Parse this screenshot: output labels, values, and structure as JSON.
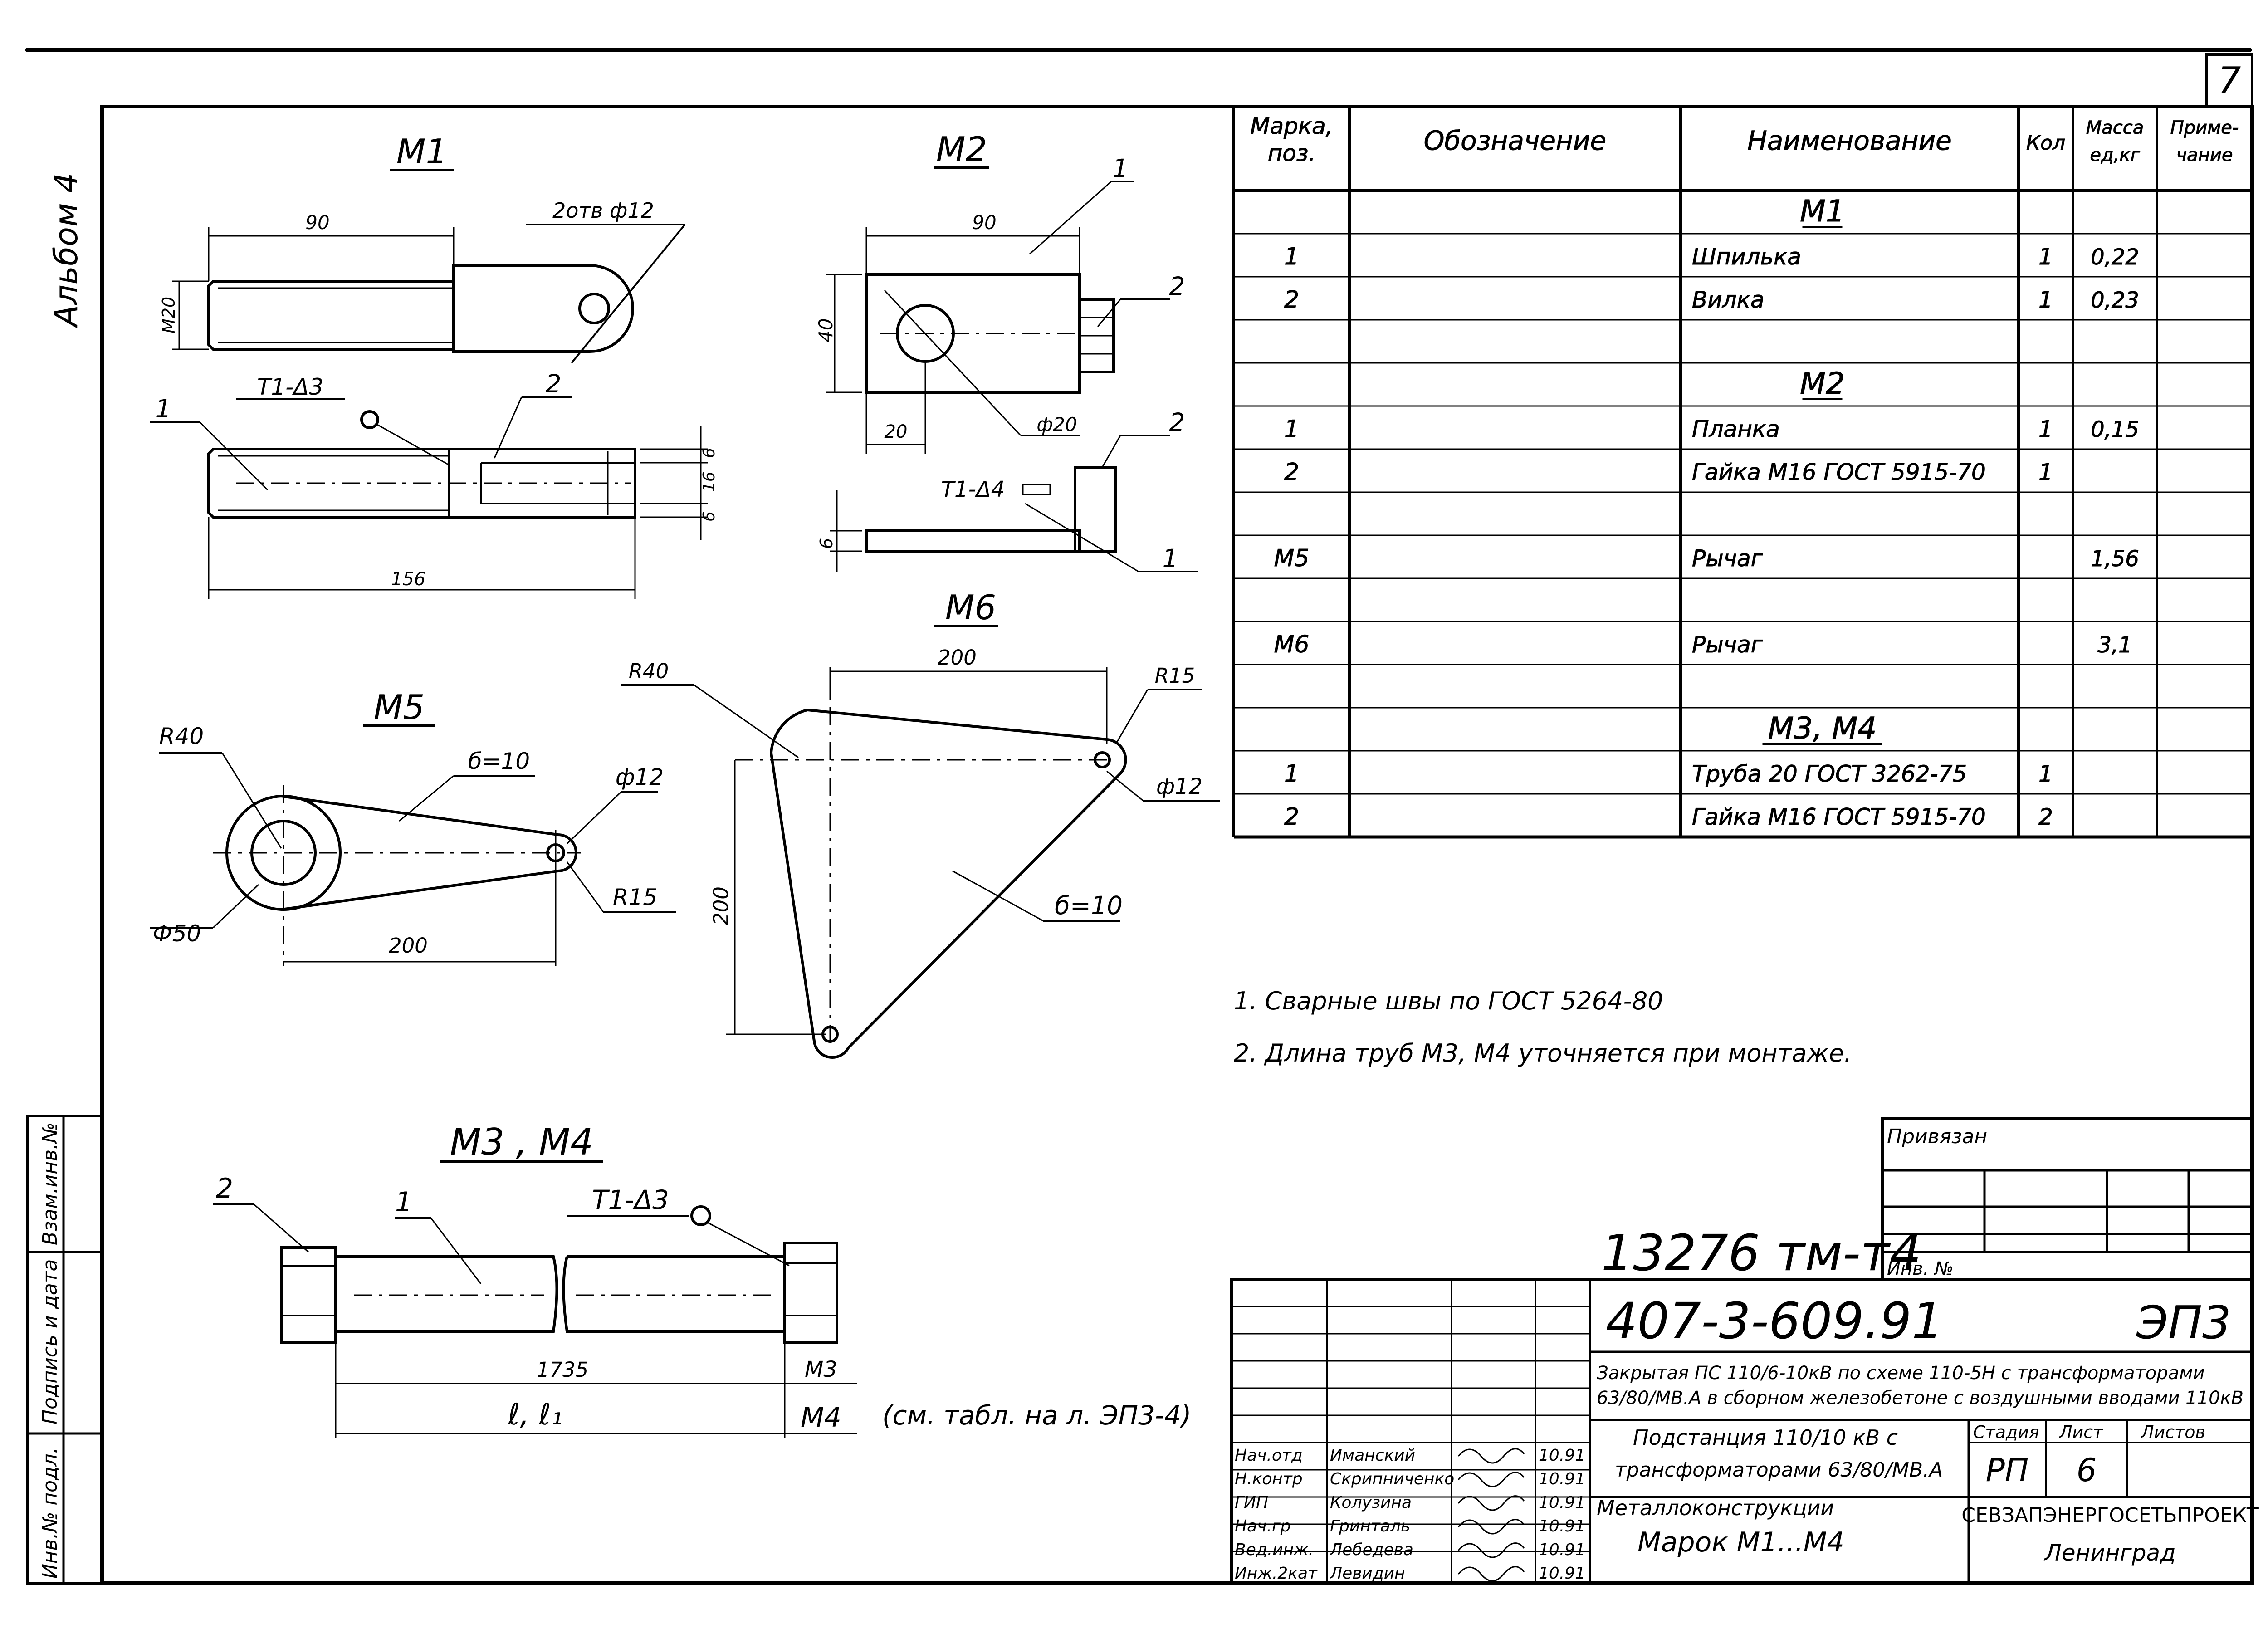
{
  "sheet": {
    "page_number": "7",
    "album": "Альбом 4",
    "handwritten_number": "13276 тм-т4",
    "side_stamp": [
      "Инв.№ подл.",
      "Подпись и дата",
      "Взам.инв.№"
    ]
  },
  "drawings": {
    "m1": {
      "title": "М1",
      "dim_90": "90",
      "holes": "2отв ф12",
      "m20": "М20",
      "weld": "Т1-Δ3",
      "pos1": "1",
      "pos2": "2",
      "dim_6a": "6",
      "dim_16": "16",
      "dim_6b": "6",
      "dim_156": "156"
    },
    "m2": {
      "title": "М2",
      "dim_90": "90",
      "dim_40": "40",
      "dim_20": "20",
      "phi20": "ф20",
      "pos1": "1",
      "pos2": "2",
      "dim_6": "6",
      "weld": "Т1-Δ4",
      "pos2b": "2",
      "pos1b": "1"
    },
    "m5": {
      "title": "М5",
      "r40": "R40",
      "thick": "б=10",
      "phi12": "ф12",
      "phi50": "Ф50",
      "dim_200": "200",
      "r15": "R15"
    },
    "m6": {
      "title": "М6",
      "dim_200_top": "200",
      "r40": "R40",
      "r15": "R15",
      "phi12": "ф12",
      "dim_200_left": "200",
      "thick": "б=10"
    },
    "m34": {
      "title": "М3 , М4",
      "pos2": "2",
      "pos1": "1",
      "weld": "Т1-Δ3",
      "dim_1735": "1735",
      "m3": "М3",
      "dim_l": "ℓ, ℓ₁",
      "m4": "М4",
      "ref": "(см. табл. на л. ЭП3-4)"
    }
  },
  "spec_table": {
    "headers": [
      "Марка, поз.",
      "Обозначение",
      "Наименование",
      "Кол",
      "Масса ед,кг",
      "Приме-чание"
    ],
    "rows": [
      {
        "pos": "",
        "name": "М1",
        "qty": "",
        "mass": "",
        "group": true
      },
      {
        "pos": "1",
        "name": "Шпилька",
        "qty": "1",
        "mass": "0,22"
      },
      {
        "pos": "2",
        "name": "Вилка",
        "qty": "1",
        "mass": "0,23"
      },
      {
        "pos": "",
        "name": "",
        "qty": "",
        "mass": ""
      },
      {
        "pos": "",
        "name": "М2",
        "qty": "",
        "mass": "",
        "group": true
      },
      {
        "pos": "1",
        "name": "Планка",
        "qty": "1",
        "mass": "0,15"
      },
      {
        "pos": "2",
        "name": "Гайка М16 ГОСТ 5915-70",
        "qty": "1",
        "mass": ""
      },
      {
        "pos": "",
        "name": "",
        "qty": "",
        "mass": ""
      },
      {
        "pos": "М5",
        "name": "Рычаг",
        "qty": "",
        "mass": "1,56"
      },
      {
        "pos": "",
        "name": "",
        "qty": "",
        "mass": ""
      },
      {
        "pos": "М6",
        "name": "Рычаг",
        "qty": "",
        "mass": "3,1"
      },
      {
        "pos": "",
        "name": "",
        "qty": "",
        "mass": ""
      },
      {
        "pos": "",
        "name": "М3, М4",
        "qty": "",
        "mass": "",
        "group": true
      },
      {
        "pos": "1",
        "name": "Труба 20 ГОСТ 3262-75",
        "qty": "1",
        "mass": ""
      },
      {
        "pos": "2",
        "name": "Гайка М16 ГОСТ 5915-70",
        "qty": "2",
        "mass": ""
      }
    ]
  },
  "notes": [
    "1. Сварные швы по ГОСТ 5264-80",
    "2. Длина труб М3, М4 уточняется при монтаже."
  ],
  "title_block": {
    "privyazan": "Привязан",
    "inv_no": "Инв. №",
    "doc_code": "407-3-609.91",
    "section": "ЭП3",
    "project_line1": "Закрытая ПС 110/6-10кВ по схеме 110-5Н с трансформаторами",
    "project_line2": "63/80/МВ.А в сборном железобетоне с воздушными вводами 110кВ",
    "object_line1": "Подстанция 110/10 кВ с",
    "object_line2": "трансформаторами 63/80/МВ.А",
    "drawing_title1": "Металлоконструкции",
    "drawing_title2": "Марок М1...М4",
    "stage_label": "Стадия",
    "sheet_label": "Лист",
    "sheets_label": "Листов",
    "stage": "РП",
    "sheet": "6",
    "sheets": "",
    "org": "СЕВЗАПЭНЕРГОСЕТЬПРОЕКТ",
    "city": "Ленинград",
    "signers": [
      {
        "role": "Нач.отд",
        "name": "Иманский",
        "date": "10.91"
      },
      {
        "role": "Н.контр",
        "name": "Скрипниченко",
        "date": "10.91"
      },
      {
        "role": "ГИП",
        "name": "Колузина",
        "date": "10.91"
      },
      {
        "role": "Нач.гр",
        "name": "Гринталь",
        "date": "10.91"
      },
      {
        "role": "Вед.инж.",
        "name": "Лебедева",
        "date": "10.91"
      },
      {
        "role": "Инж.2кат",
        "name": "Левидин",
        "date": "10.91"
      }
    ]
  }
}
